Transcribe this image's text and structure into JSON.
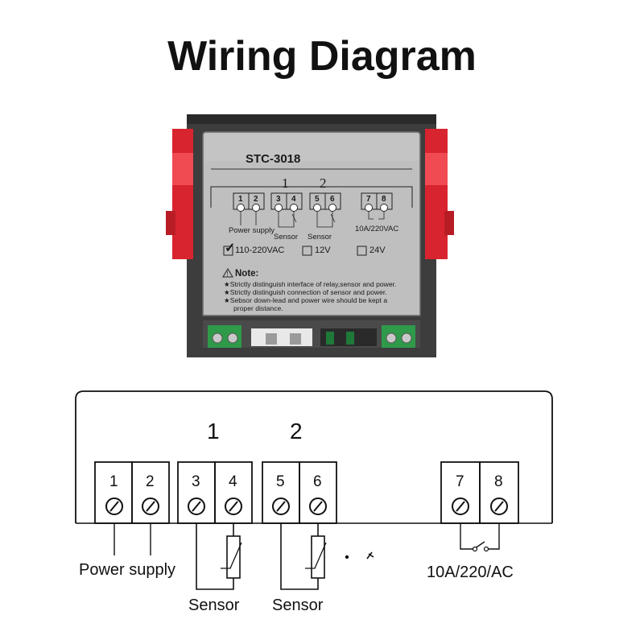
{
  "title": "Wiring Diagram",
  "device": {
    "model": "STC-3018",
    "group_labels": [
      "1",
      "2"
    ],
    "terminals": [
      "1",
      "2",
      "3",
      "4",
      "5",
      "6",
      "7",
      "8"
    ],
    "power_supply_label": "Power supply",
    "sensor_label": "Sensor",
    "relay_rating": "10A/220VAC",
    "voltage_options": [
      {
        "label": "110-220VAC",
        "checked": true
      },
      {
        "label": "12V",
        "checked": false
      },
      {
        "label": "24V",
        "checked": false
      }
    ],
    "note_title": "Note:",
    "notes": [
      "Strictly distinguish interface of relay,sensor and power.",
      "Strictly distinguish connection of sensor and power.",
      "Sebsor down-lead and power wire should be kept a",
      "proper distance."
    ]
  },
  "wiring": {
    "group_labels": [
      "1",
      "2"
    ],
    "terminals": [
      "1",
      "2",
      "3",
      "4",
      "5",
      "6",
      "7",
      "8"
    ],
    "power_supply_label": "Power supply",
    "sensor_label_1": "Sensor",
    "sensor_label_2": "Sensor",
    "relay_label": "10A/220/AC"
  },
  "colors": {
    "housing": "#3a3a3a",
    "clip_red": "#e0303a",
    "label_panel": "#bdbdbd",
    "terminal_green": "#2f9a4a"
  }
}
